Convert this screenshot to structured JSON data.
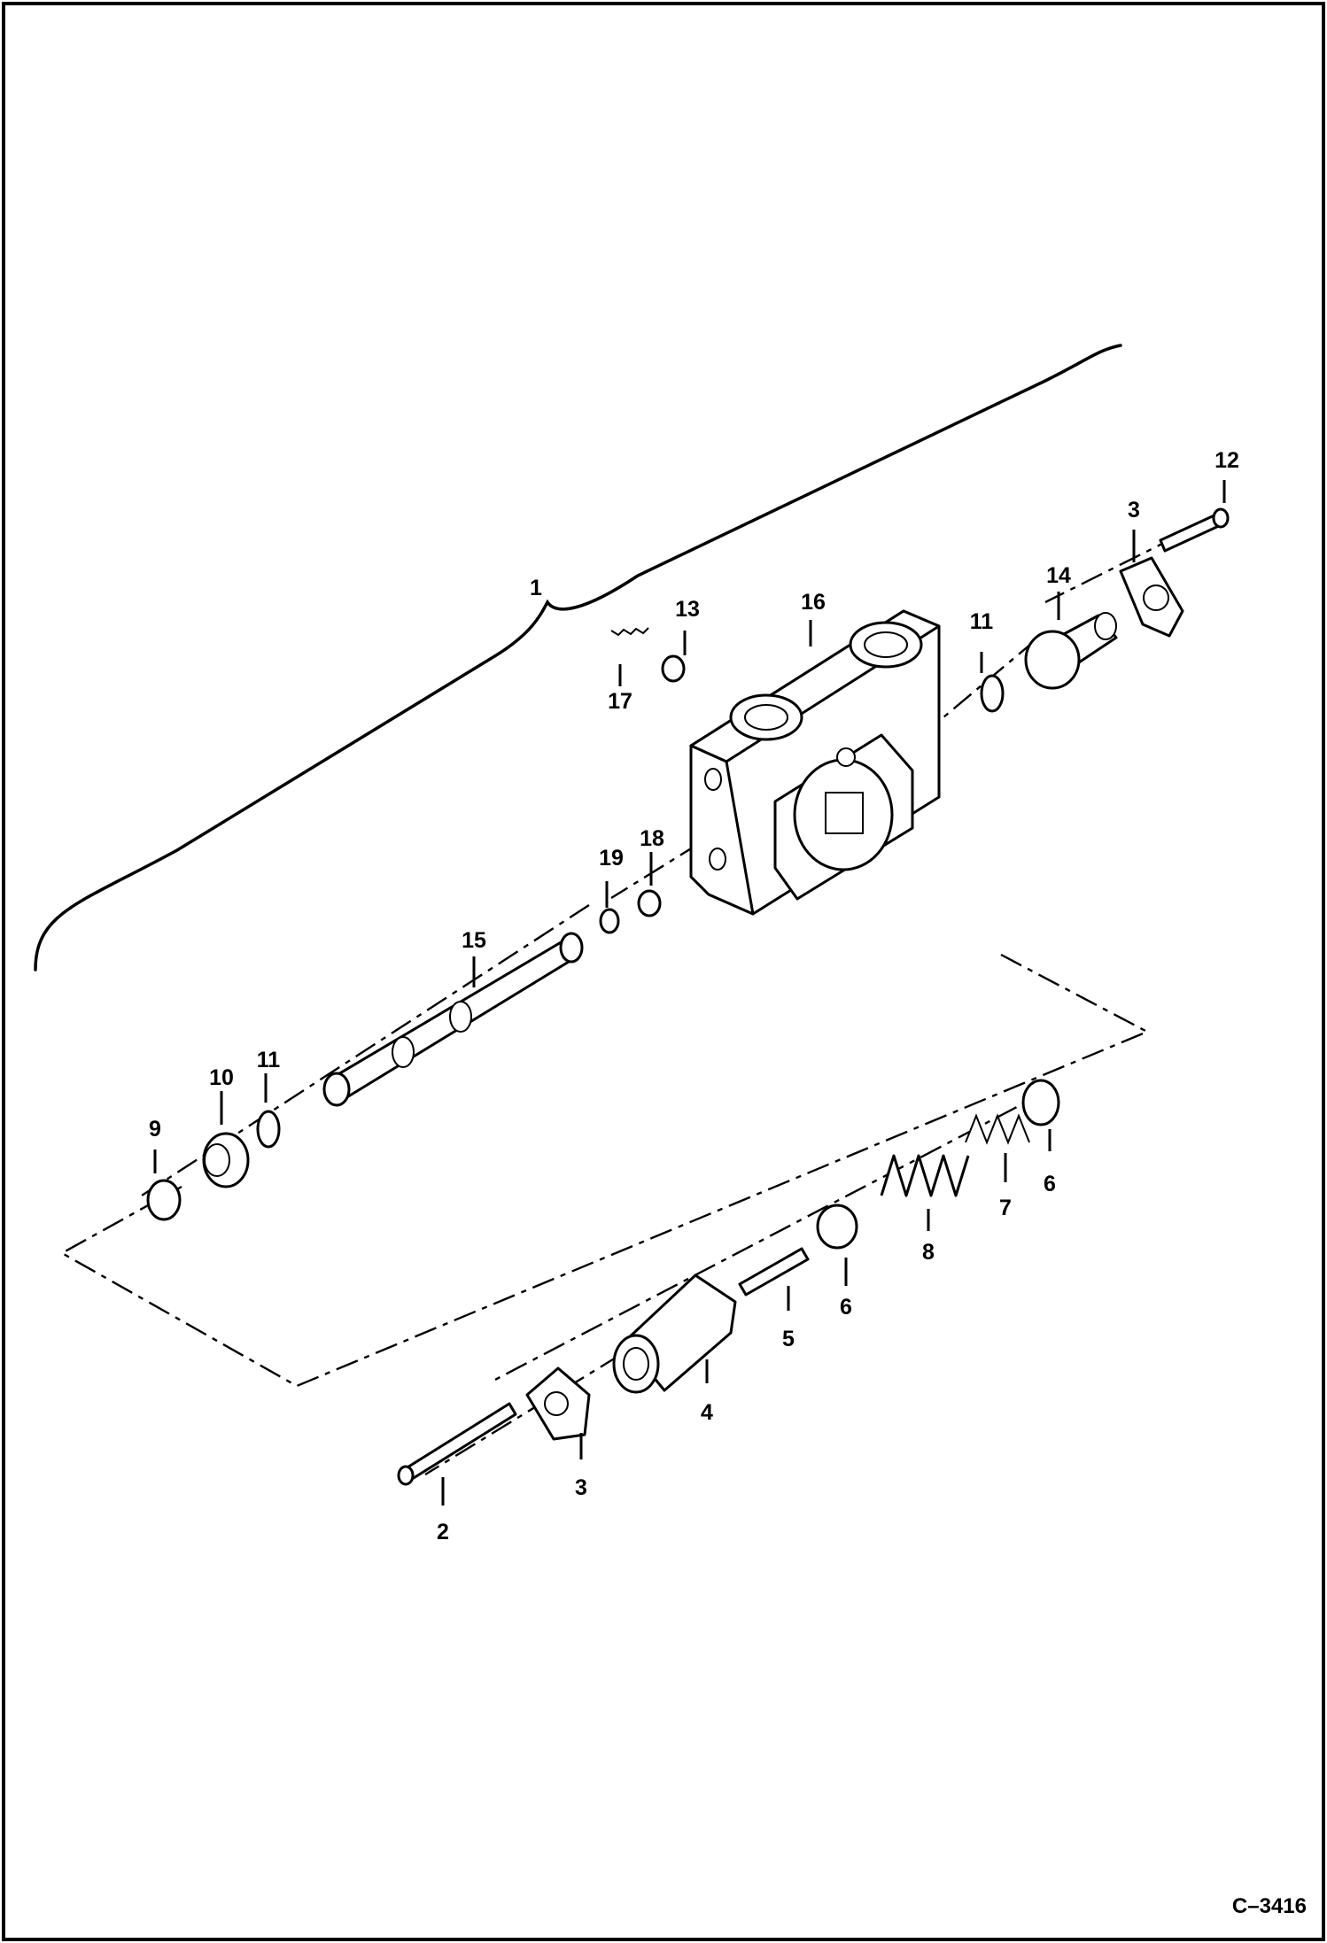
{
  "figure_id": "C–3416",
  "callouts": [
    {
      "id": "c1",
      "text": "1"
    },
    {
      "id": "c2",
      "text": "2"
    },
    {
      "id": "c3a",
      "text": "3"
    },
    {
      "id": "c3b",
      "text": "3"
    },
    {
      "id": "c4",
      "text": "4"
    },
    {
      "id": "c5",
      "text": "5"
    },
    {
      "id": "c6a",
      "text": "6"
    },
    {
      "id": "c6b",
      "text": "6"
    },
    {
      "id": "c7",
      "text": "7"
    },
    {
      "id": "c8",
      "text": "8"
    },
    {
      "id": "c9",
      "text": "9"
    },
    {
      "id": "c10",
      "text": "10"
    },
    {
      "id": "c11a",
      "text": "11"
    },
    {
      "id": "c11b",
      "text": "11"
    },
    {
      "id": "c12",
      "text": "12"
    },
    {
      "id": "c13",
      "text": "13"
    },
    {
      "id": "c14",
      "text": "14"
    },
    {
      "id": "c15",
      "text": "15"
    },
    {
      "id": "c16",
      "text": "16"
    },
    {
      "id": "c17",
      "text": "17"
    },
    {
      "id": "c18",
      "text": "18"
    },
    {
      "id": "c19",
      "text": "19"
    }
  ]
}
